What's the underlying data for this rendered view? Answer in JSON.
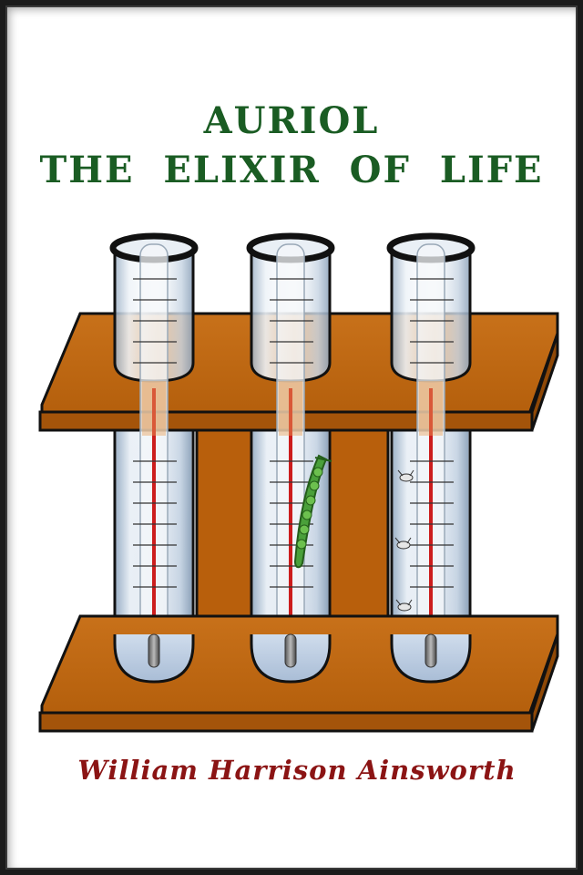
{
  "cover": {
    "title_line_1": "AURIOL",
    "title_line_2": "THE ELIXIR OF LIFE",
    "author": "William Harrison Ainsworth"
  },
  "illustration": {
    "subject": "three test tubes with thermometers in a wooden rack",
    "colors": {
      "rack": "#c46b12",
      "rack_outline": "#111111",
      "glass": "#d9e4ef",
      "mercury": "#cc1d1d",
      "title": "#1a5c23",
      "author": "#8b1414",
      "pea_pod": "#4aa03a"
    },
    "tubes": [
      {
        "name": "left",
        "contents": "empty"
      },
      {
        "name": "middle",
        "contents": "pea pod"
      },
      {
        "name": "right",
        "contents": "sketched flies"
      }
    ]
  }
}
